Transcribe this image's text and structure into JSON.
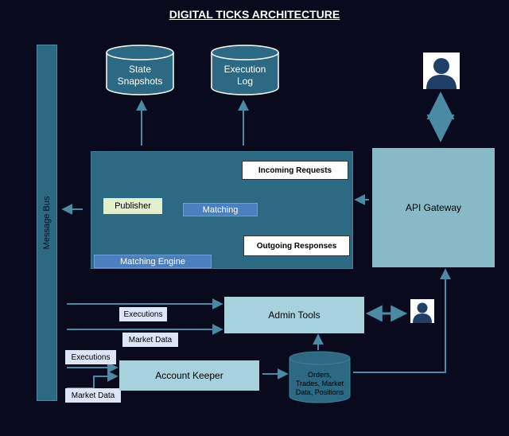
{
  "title": "DIGITAL TICKS ARCHITECTURE",
  "message_bus": "Message Bus",
  "state_snapshots": [
    "State",
    "Snapshots"
  ],
  "execution_log": [
    "Execution",
    "Log"
  ],
  "matching_engine": {
    "label": "Matching Engine",
    "publisher": "Publisher",
    "matching": "Matching",
    "incoming_requests": "Incoming Requests",
    "outgoing_responses": "Outgoing Responses"
  },
  "api_gateway": "API Gateway",
  "admin_tools": "Admin Tools",
  "account_keeper": "Account Keeper",
  "feeds": {
    "executions": "Executions",
    "market_data": "Market Data"
  },
  "orders_db": [
    "Orders,",
    "Trades, Market",
    "Data, Positions"
  ],
  "colors": {
    "background": "#0a0a1e",
    "primary_teal": "#2b6a82",
    "light_teal": "#a7d1dd",
    "arrow": "#4a8aa3",
    "accent_blue": "#4a7fc0"
  }
}
